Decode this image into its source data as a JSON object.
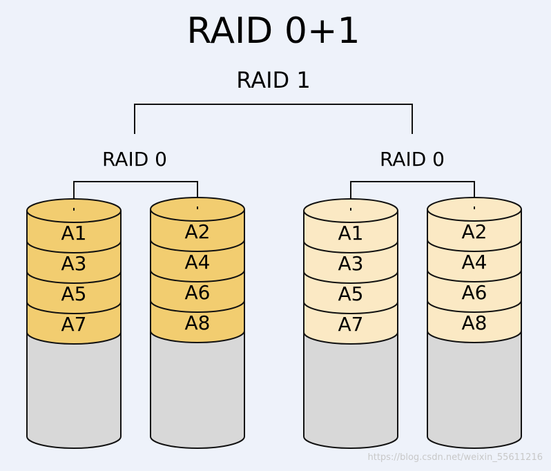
{
  "title": "RAID 0+1",
  "mirror_label": "RAID 1",
  "arrays": [
    {
      "label": "RAID 0",
      "fill": "#f2cd70",
      "disks": [
        {
          "blocks": [
            "A1",
            "A3",
            "A5",
            "A7"
          ]
        },
        {
          "blocks": [
            "A2",
            "A4",
            "A6",
            "A8"
          ]
        }
      ]
    },
    {
      "label": "RAID 0",
      "fill": "#fbe9c4",
      "disks": [
        {
          "blocks": [
            "A1",
            "A3",
            "A5",
            "A7"
          ]
        },
        {
          "blocks": [
            "A2",
            "A4",
            "A6",
            "A8"
          ]
        }
      ]
    }
  ],
  "colors": {
    "background": "#eef2fa",
    "empty_disk": "#d8d8d8",
    "stroke": "#111111"
  },
  "watermark": "https://blog.csdn.net/weixin_55611216"
}
